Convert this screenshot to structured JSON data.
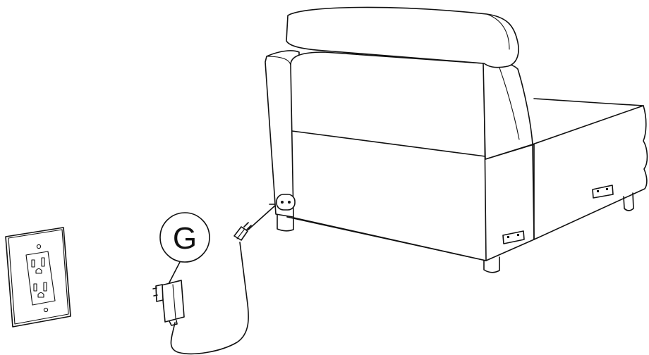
{
  "callout": {
    "letter": "G"
  },
  "parts": {
    "outlet": "wall-outlet",
    "adapter": "power-adapter",
    "cable": "power-cable",
    "plug": "connector-plug",
    "port": "power-port",
    "chair": "recliner-chair"
  },
  "colors": {
    "line": "#111111",
    "background": "#ffffff"
  }
}
